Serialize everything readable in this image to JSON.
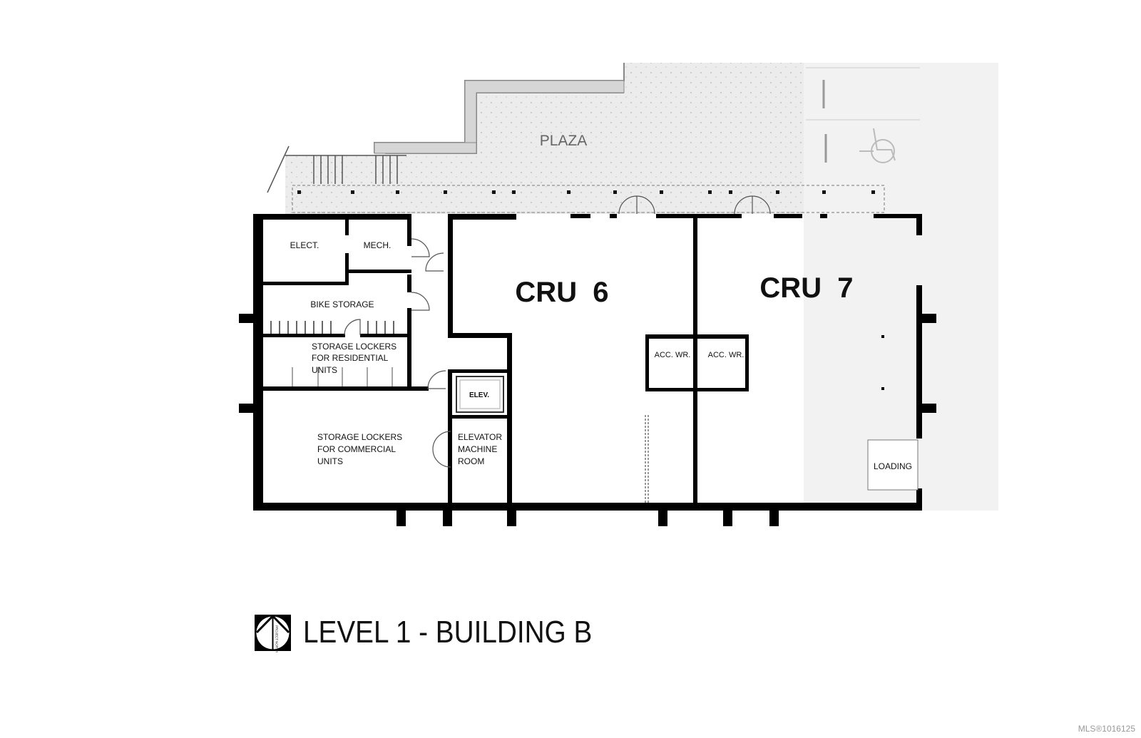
{
  "plan": {
    "plaza_label": "PLAZA",
    "rooms": {
      "elect": "ELECT.",
      "mech": "MECH.",
      "bike_storage": "BIKE STORAGE",
      "res_lockers": [
        "STORAGE LOCKERS",
        "FOR RESIDENTIAL",
        "UNITS"
      ],
      "com_lockers": [
        "STORAGE LOCKERS",
        "FOR COMMERCIAL",
        "UNITS"
      ],
      "elev": "ELEV.",
      "elev_machine": [
        "ELEVATOR",
        "MACHINE",
        "ROOM"
      ],
      "cru6": "CRU  6",
      "cru7": "CRU  7",
      "acc_wr_1": "ACC. WR.",
      "acc_wr_2": "ACC. WR.",
      "loading": "LOADING"
    },
    "north_arrow_text": "PROJECT NORTH"
  },
  "title": "LEVEL 1 - BUILDING B",
  "watermark": "MLS®1016125"
}
